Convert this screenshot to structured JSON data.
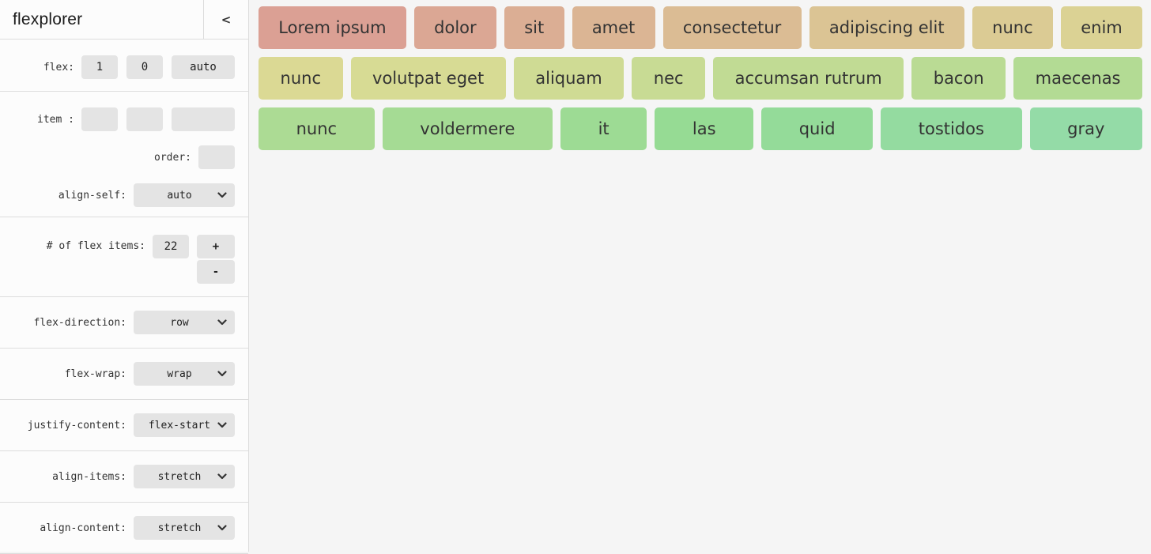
{
  "app": {
    "title": "flexplorer",
    "collapse_icon": "<"
  },
  "sidebar": {
    "flex": {
      "label": "flex:",
      "values": [
        "1",
        "0",
        "auto"
      ]
    },
    "item": {
      "label": "item :",
      "values": [
        "",
        "",
        ""
      ]
    },
    "order": {
      "label": "order:",
      "value": ""
    },
    "align_self": {
      "label": "align-self:",
      "value": "auto"
    },
    "count": {
      "label": "# of flex items:",
      "value": "22",
      "increment_label": "+",
      "decrement_label": "-"
    },
    "selects": [
      {
        "name": "flex-direction",
        "label": "flex-direction:",
        "value": "row"
      },
      {
        "name": "flex-wrap",
        "label": "flex-wrap:",
        "value": "wrap"
      },
      {
        "name": "justify-content",
        "label": "justify-content:",
        "value": "flex-start"
      },
      {
        "name": "align-items",
        "label": "align-items:",
        "value": "stretch"
      },
      {
        "name": "align-content",
        "label": "align-content:",
        "value": "stretch"
      }
    ]
  },
  "flex_items": {
    "rows": [
      [
        {
          "label": "Lorem ipsum",
          "color": "#dba094"
        },
        {
          "label": "dolor",
          "color": "#dba794"
        },
        {
          "label": "sit",
          "color": "#dbae94"
        },
        {
          "label": "amet",
          "color": "#dbb594"
        },
        {
          "label": "consectetur",
          "color": "#dbbc94"
        },
        {
          "label": "adipiscing elit",
          "color": "#dbc494"
        },
        {
          "label": "nunc",
          "color": "#dbcb94"
        },
        {
          "label": "enim",
          "color": "#dbd294"
        }
      ],
      [
        {
          "label": "nunc",
          "color": "#dbd994"
        },
        {
          "label": "volutpat eget",
          "color": "#d7db94"
        },
        {
          "label": "aliquam",
          "color": "#cfdb94"
        },
        {
          "label": "nec",
          "color": "#c8db94"
        },
        {
          "label": "accumsan rutrum",
          "color": "#c1db94"
        },
        {
          "label": "bacon",
          "color": "#badb94"
        },
        {
          "label": "maecenas",
          "color": "#b3db94"
        }
      ],
      [
        {
          "label": "nunc",
          "color": "#acdb94"
        },
        {
          "label": "voldermere",
          "color": "#a5db94"
        },
        {
          "label": "it",
          "color": "#9ddb94"
        },
        {
          "label": "las",
          "color": "#96db94"
        },
        {
          "label": "quid",
          "color": "#94db99"
        },
        {
          "label": "tostidos",
          "color": "#94dba0"
        },
        {
          "label": "gray",
          "color": "#94dba7"
        }
      ]
    ]
  },
  "ui_colors": {
    "sidebar_bg": "#fcfcfc",
    "canvas_bg": "#f5f5f5",
    "control_bg": "#e4e4e4",
    "divider": "#dddddd",
    "item_text": "#333333"
  }
}
